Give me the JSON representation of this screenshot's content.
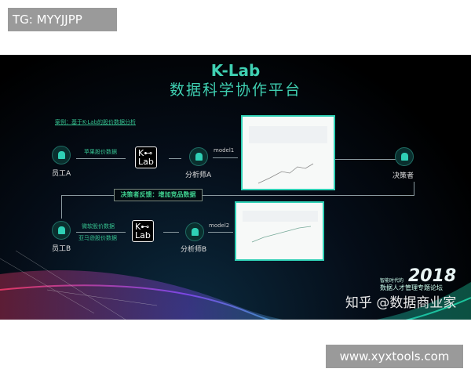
{
  "overlay_tag": "TG: MYYJJPP",
  "site_label": "www.xyxtools.com",
  "slide": {
    "title": "K-Lab",
    "subtitle": "数据科学协作平台",
    "case": "案例：基于K-Lab的股价数据分析",
    "row_a": {
      "employee": "员工A",
      "data": "苹果股价数据",
      "analyst": "分析师A",
      "model": "model1",
      "decider": "决策者"
    },
    "feedback": "决策者反馈：增加竞品数据",
    "row_b": {
      "employee": "员工B",
      "data1": "微软股价数据",
      "data2": "亚马逊股价数据",
      "analyst": "分析师B",
      "model": "model2"
    },
    "klab_logo": "K-Lab",
    "forum": {
      "year": "2018",
      "line1": "智能时代的",
      "line2": "数据人才管理专题论坛"
    },
    "watermark": "知乎 @数据商业家",
    "accent": "#3fd0b2"
  }
}
